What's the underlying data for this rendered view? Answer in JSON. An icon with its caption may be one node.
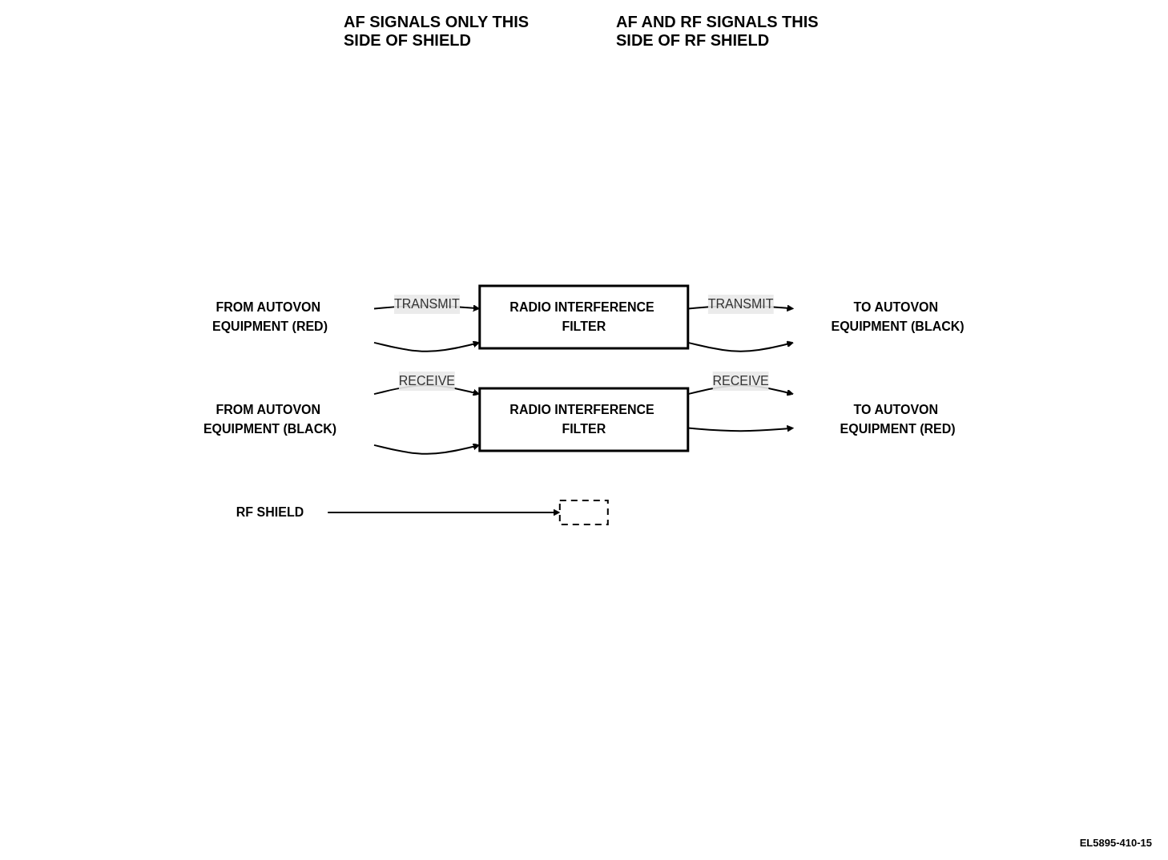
{
  "diagram": {
    "nodes": [
      {
        "text": [
          "TO AUTOVON EQUIPMENT (BLACK)"
        ]
      },
      {
        "text": [
          "RADIO INTERFERENCE FILTER"
        ]
      },
      {
        "text": [
          "FROM AUTOVON EQUIPMENT (RED)"
        ]
      },
      {
        "text": [
          "FROM AUTOVON EQUIPMENT (BLACK)"
        ]
      },
      {
        "text": [
          "RADIO INTERFERENCE FILTER"
        ]
      },
      {
        "text": [
          "TO AUTOVON EQUIPMENT (RED)"
        ]
      },
      {
        "text": [
          "RF SHIELD"
        ]
      },
      {
        "text": [],
        "shape": "bar"
      }
    ],
    "edges": [
      {
        "from": 1,
        "to": 0,
        "arrow": "to",
        "label": "TRANSMIT"
      },
      {
        "from": 1,
        "to": 0,
        "arrow": "to"
      },
      {
        "from": 2,
        "to": 1,
        "arrow": "to",
        "label": "TRANSMIT"
      },
      {
        "from": 2,
        "to": 1,
        "arrow": "to"
      },
      {
        "from": 3,
        "to": 4,
        "arrow": "to",
        "label": "RECEIVE"
      },
      {
        "from": 3,
        "to": 4,
        "arrow": "to"
      },
      {
        "from": 4,
        "to": 5,
        "arrow": "to",
        "label": "RECEIVE"
      },
      {
        "from": 4,
        "to": 5,
        "arrow": "to"
      },
      {
        "from": 6,
        "to": 7,
        "arrow": "to"
      }
    ],
    "labels": [
      "AF SIGNALS ONLY THIS SIDE OF SHIELD",
      "AF AND RF SIGNALS THIS SIDE OF RF SHIELD",
      "EL5895-410-15"
    ]
  }
}
